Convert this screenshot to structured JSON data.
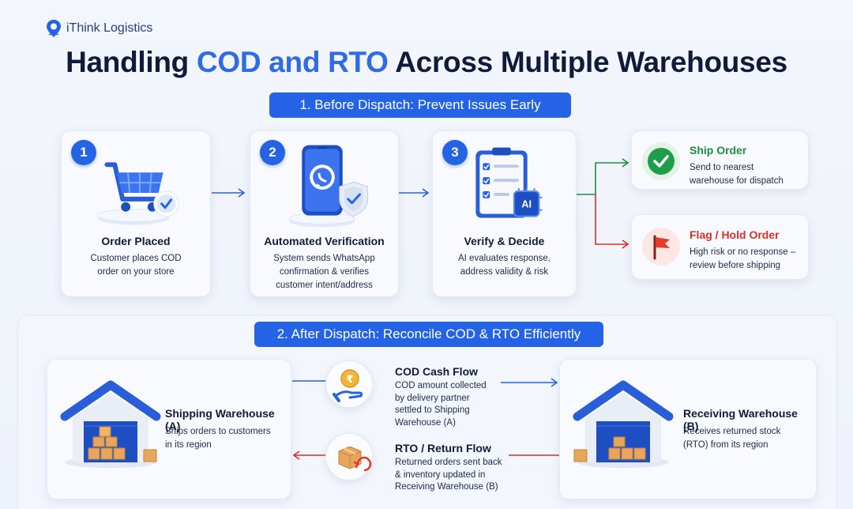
{
  "brand": {
    "name": "iThink Logistics",
    "icon": "location-pin-icon"
  },
  "title": {
    "part1": "Handling ",
    "highlight": "COD and RTO",
    "part2": " Across Multiple Warehouses"
  },
  "colors": {
    "primary": "#2563e6",
    "ship_green": "#1e8e3e",
    "flag_red": "#d93025",
    "navy": "#121a3c"
  },
  "section1": {
    "banner": "1. Before Dispatch: Prevent Issues Early",
    "steps": [
      {
        "num": "1",
        "title": "Order Placed",
        "desc_line1": "Customer places COD",
        "desc_line2": "order on your store",
        "icon": "shopping-cart-icon"
      },
      {
        "num": "2",
        "title": "Automated Verification",
        "desc_line1": "System sends WhatsApp",
        "desc_line2": "confirmation & verifies",
        "desc_line3": "customer intent/address",
        "icon": "phone-whatsapp-icon"
      },
      {
        "num": "3",
        "title": "Verify & Decide",
        "desc_line1": "AI evaluates response,",
        "desc_line2": "address validity & risk",
        "icon": "checklist-ai-icon",
        "ai_label": "AI"
      }
    ],
    "outcomes": {
      "ship": {
        "title": "Ship Order",
        "desc_line1": "Send to nearest",
        "desc_line2": "warehouse for dispatch",
        "icon": "checkmark-icon"
      },
      "flag": {
        "title": "Flag / Hold Order",
        "desc_line1": "High risk or no response –",
        "desc_line2": "review before shipping",
        "icon": "red-flag-icon"
      }
    }
  },
  "section2": {
    "banner": "2. After Dispatch: Reconcile COD & RTO Efficiently",
    "warehouse_a": {
      "title": "Shipping Warehouse (A)",
      "desc_line1": "Ships orders to customers",
      "desc_line2": "in its region",
      "icon": "warehouse-icon"
    },
    "warehouse_b": {
      "title": "Receiving Warehouse (B)",
      "desc_line1": "Receives returned stock",
      "desc_line2": "(RTO) from its region",
      "icon": "warehouse-icon"
    },
    "cod_flow": {
      "title": "COD Cash Flow",
      "lines": [
        "COD amount collected",
        "by delivery partner",
        "settled to Shipping",
        "Warehouse (A)"
      ],
      "icon": "rupee-coin-hand-icon",
      "symbol": "₹"
    },
    "rto_flow": {
      "title": "RTO / Return Flow",
      "lines": [
        "Returned orders sent back",
        "& inventory updated in",
        "Receiving Warehouse (B)"
      ],
      "icon": "return-box-icon"
    }
  }
}
